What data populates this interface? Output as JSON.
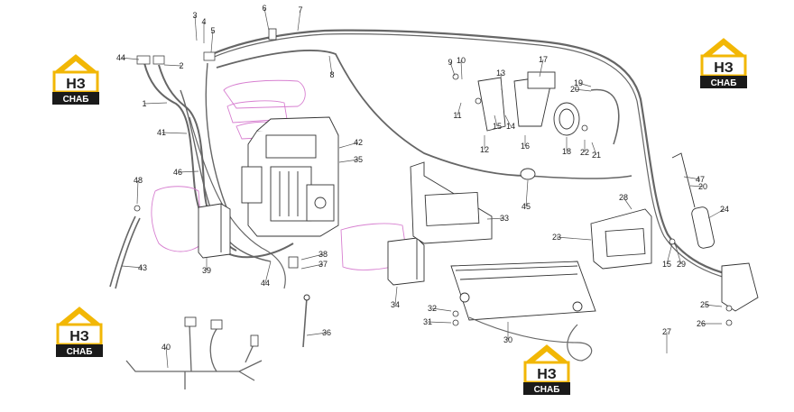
{
  "diagram": {
    "callouts": [
      "1",
      "2",
      "3",
      "4",
      "5",
      "6",
      "7",
      "8",
      "9",
      "10",
      "11",
      "12",
      "13",
      "14",
      "15",
      "15",
      "16",
      "17",
      "18",
      "19",
      "20",
      "20",
      "21",
      "22",
      "23",
      "24",
      "25",
      "26",
      "27",
      "28",
      "29",
      "30",
      "31",
      "32",
      "33",
      "34",
      "35",
      "36",
      "37",
      "38",
      "39",
      "40",
      "41",
      "42",
      "43",
      "44",
      "44",
      "45",
      "46",
      "47",
      "48"
    ]
  },
  "logo": {
    "mark": "НЗ",
    "word": "СНАБ",
    "colors": {
      "accent": "#f2b705",
      "dark": "#1a1a1a",
      "light": "#ffffff"
    }
  },
  "colors": {
    "line": "#6b6b6b",
    "outline": "#333333",
    "highlight": "#d77fd0",
    "label": "#222222"
  }
}
